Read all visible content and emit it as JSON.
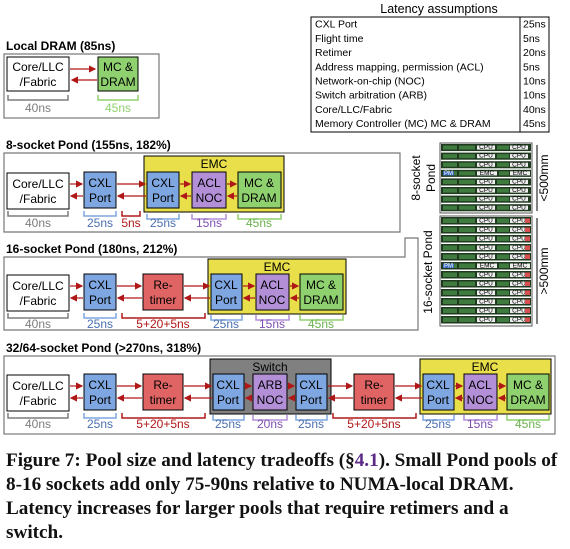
{
  "latency_table": {
    "title": "Latency assumptions",
    "rows": [
      {
        "component": "CXL Port",
        "latency": "25ns"
      },
      {
        "component": "Flight time",
        "latency": "5ns"
      },
      {
        "component": "Retimer",
        "latency": "20ns"
      },
      {
        "component": "Address mapping, permission (ACL)",
        "latency": "5ns"
      },
      {
        "component": "Network-on-chip (NOC)",
        "latency": "10ns"
      },
      {
        "component": "Switch arbitration (ARB)",
        "latency": "10ns"
      },
      {
        "component": "Core/LLC/Fabric",
        "latency": "40ns"
      },
      {
        "component": "Memory Controller (MC) MC & DRAM",
        "latency": "45ns"
      }
    ]
  },
  "local_dram": {
    "title": "Local DRAM (85ns)",
    "core_label": [
      "Core/LLC",
      "/Fabric"
    ],
    "mc_label": [
      "MC &",
      "DRAM"
    ],
    "core_latency": "40ns",
    "mc_latency": "45ns"
  },
  "pond8": {
    "title": "8-socket Pond (155ns, 182%)",
    "core_label": [
      "Core/LLC",
      "/Fabric"
    ],
    "cxl_label": [
      "CXL",
      "Port"
    ],
    "emc_label": "EMC",
    "emc_cxl_label": [
      "CXL",
      "Port"
    ],
    "acl_label": [
      "ACL",
      "NOC"
    ],
    "mc_label": [
      "MC &",
      "DRAM"
    ],
    "latencies": [
      "40ns",
      "25ns",
      "5ns",
      "25ns",
      "15ns",
      "45ns"
    ]
  },
  "pond16": {
    "title": "16-socket Pond (180ns, 212%)",
    "core_label": [
      "Core/LLC",
      "/Fabric"
    ],
    "cxl_label": [
      "CXL",
      "Port"
    ],
    "retimer_label": [
      "Re-",
      "timer"
    ],
    "emc_label": "EMC",
    "emc_cxl_label": [
      "CXL",
      "Port"
    ],
    "acl_label": [
      "ACL",
      "NOC"
    ],
    "mc_label": [
      "MC &",
      "DRAM"
    ],
    "latencies": [
      "40ns",
      "25ns",
      "5+20+5ns",
      "25ns",
      "15ns",
      "45ns"
    ]
  },
  "pond32": {
    "title": "32/64-socket Pond (>270ns, 318%)",
    "core_label": [
      "Core/LLC",
      "/Fabric"
    ],
    "cxl_label": [
      "CXL",
      "Port"
    ],
    "retimer_label": [
      "Re-",
      "timer"
    ],
    "switch_label": "Switch",
    "switch_cxl1": [
      "CXL",
      "Port"
    ],
    "arb_label": [
      "ARB",
      "NOC"
    ],
    "switch_cxl2": [
      "CXL",
      "Port"
    ],
    "retimer2_label": [
      "Re-",
      "timer"
    ],
    "emc_label": "EMC",
    "emc_cxl_label": [
      "CXL",
      "Port"
    ],
    "acl_label": [
      "ACL",
      "NOC"
    ],
    "mc_label": [
      "MC &",
      "DRAM"
    ],
    "latencies": [
      "40ns",
      "25ns",
      "5+20+5ns",
      "25ns",
      "20ns",
      "25ns",
      "5+20+5ns",
      "25ns",
      "15ns",
      "45ns"
    ]
  },
  "server_8": {
    "label": [
      "8-socket",
      "Pond"
    ],
    "dim": "<500mm",
    "cpu": "CPU",
    "emc": "EMC",
    "pm": "PM"
  },
  "server_16": {
    "label": "16-socket Pond",
    "dim": ">500mm",
    "cpu": "CPU",
    "emc": "EMC",
    "pm": "PM"
  },
  "caption": {
    "lead": "Figure 7:  Pool size and latency tradeoffs (§",
    "ref": "4.1",
    "tail": ").  Small Pond pools of 8-16 sockets add only 75-90ns relative to NUMA-local DRAM. Latency increases for larger pools that require retimers and a switch."
  },
  "colors": {
    "blue": "#7ea6e0",
    "green": "#8fd16f",
    "purple": "#b38fd8",
    "red": "#e06464",
    "yellow": "#e9df4a",
    "gray": "#7d7d7d",
    "arrow": "#b01818"
  }
}
